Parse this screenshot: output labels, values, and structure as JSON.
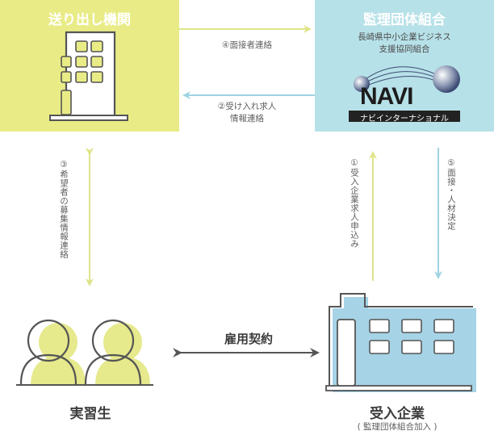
{
  "sending_org": {
    "title": "送り出し機関"
  },
  "supervising_union": {
    "title": "監理団体組合",
    "subtitle_line1": "長崎県中小企業ビジネス",
    "subtitle_line2": "支援協同組合",
    "logo_text": "NAVI",
    "logo_caption": "ナビインターナショナル"
  },
  "interns": {
    "label": "実習生"
  },
  "host_company": {
    "label": "受入企業",
    "sublabel": "( 監理団体組合加入 )"
  },
  "flows": {
    "step2_line1": "②受け入れ求人",
    "step2_line2": "情報連絡",
    "step3": "③希望者の募集情報連絡",
    "step4": "④面接者連絡",
    "step1": "①受入企業求人申込み",
    "step5": "⑤面接・人材決定",
    "employment": "雇用契約"
  },
  "colors": {
    "sending_bg": "#e9ec86",
    "union_bg": "#b7e1e8",
    "yellow_accent": "#e6e98c",
    "blue_accent": "#a6d3e6",
    "arrow_yellow": "#dfe48a",
    "arrow_blue": "#9fd3e3"
  }
}
